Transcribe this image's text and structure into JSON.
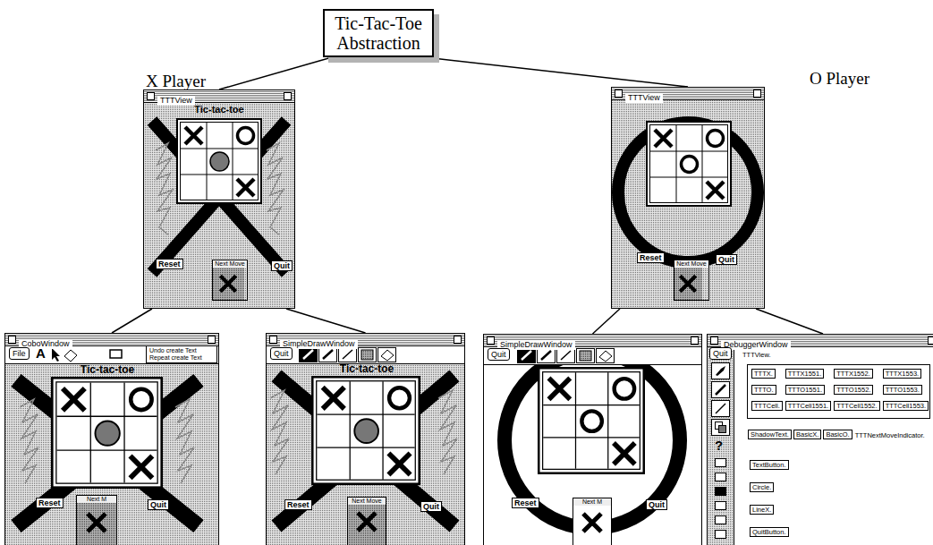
{
  "diagram": {
    "nodes": [
      {
        "text": [
          "Tic-Tac-Toe Abstraction"
        ]
      },
      {
        "text": [
          "TTTView"
        ]
      },
      {
        "text": [
          "Reset"
        ],
        "in": 1
      },
      {
        "text": [
          "Quit"
        ],
        "in": 1
      },
      {
        "text": [
          "Next Move"
        ],
        "in": 1
      },
      {
        "text": [
          "TTTView"
        ]
      },
      {
        "text": [
          "Reset"
        ],
        "in": 5
      },
      {
        "text": [
          "Quit"
        ],
        "in": 5
      },
      {
        "text": [
          "Next Move"
        ],
        "in": 5
      },
      {
        "text": [
          "CoboWindow"
        ]
      },
      {
        "text": [
          "File"
        ],
        "in": 9
      },
      {
        "text": [
          "Undo create Text",
          "Repeat create Text"
        ],
        "in": 9
      },
      {
        "text": [
          "Reset"
        ],
        "in": 9
      },
      {
        "text": [
          "Quit"
        ],
        "in": 9
      },
      {
        "text": [
          "Next M"
        ],
        "in": 9
      },
      {
        "text": [
          "SimpleDrawWindow"
        ]
      },
      {
        "text": [
          "Quit"
        ],
        "in": 15
      },
      {
        "text": [
          "Reset"
        ],
        "in": 15
      },
      {
        "text": [
          "Quit"
        ],
        "in": 15
      },
      {
        "text": [
          "Next Move"
        ],
        "in": 15
      },
      {
        "text": [
          "SimpleDrawWindow"
        ]
      },
      {
        "text": [
          "Quit"
        ],
        "in": 20
      },
      {
        "text": [
          "Reset"
        ],
        "in": 20
      },
      {
        "text": [
          "Quit"
        ],
        "in": 20
      },
      {
        "text": [
          "Next M"
        ],
        "in": 20
      },
      {
        "text": [
          "DebuggerWindow"
        ]
      },
      {
        "text": [
          "Quit"
        ],
        "in": 25
      },
      {
        "text": [
          "TTTX."
        ],
        "in": 25
      },
      {
        "text": [
          "TTTX1551."
        ],
        "in": 25
      },
      {
        "text": [
          "TTTX1552."
        ],
        "in": 25
      },
      {
        "text": [
          "TTTX1553."
        ],
        "in": 25
      },
      {
        "text": [
          "TTTO."
        ],
        "in": 25
      },
      {
        "text": [
          "TTTO1551."
        ],
        "in": 25
      },
      {
        "text": [
          "TTTO1552."
        ],
        "in": 25
      },
      {
        "text": [
          "TTTO1553."
        ],
        "in": 25
      },
      {
        "text": [
          "TTTCell."
        ],
        "in": 25
      },
      {
        "text": [
          "TTTCell1551."
        ],
        "in": 25
      },
      {
        "text": [
          "TTTCell1552."
        ],
        "in": 25
      },
      {
        "text": [
          "TTTCell1553."
        ],
        "in": 25
      },
      {
        "text": [
          "ShadowText."
        ],
        "in": 25
      },
      {
        "text": [
          "BasicX."
        ],
        "in": 25
      },
      {
        "text": [
          "BasicO."
        ],
        "in": 25
      },
      {
        "text": [
          "TextButton."
        ],
        "in": 25
      },
      {
        "text": [
          "Circle."
        ],
        "in": 25
      },
      {
        "text": [
          "LineX."
        ],
        "in": 25
      },
      {
        "text": [
          "QuitButton."
        ],
        "in": 25
      }
    ],
    "edges": [
      {
        "from": 0,
        "to": 1,
        "arrow": "none"
      },
      {
        "from": 0,
        "to": 5,
        "arrow": "none"
      },
      {
        "from": 1,
        "to": 9,
        "arrow": "none"
      },
      {
        "from": 1,
        "to": 15,
        "arrow": "none"
      },
      {
        "from": 5,
        "to": 20,
        "arrow": "none"
      },
      {
        "from": 5,
        "to": 25,
        "arrow": "none"
      }
    ],
    "labels": [
      "X Player",
      "O Player",
      "Tic-tac-toe",
      "A",
      "Tic-tac-toe",
      "Tic-tac-toe",
      "TTTView.",
      "TTTNextMoveIndicator.",
      "?"
    ]
  }
}
